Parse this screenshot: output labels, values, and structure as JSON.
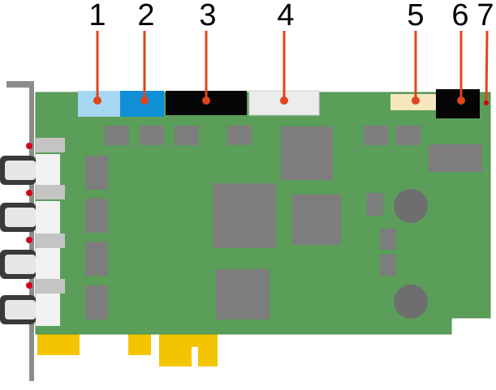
{
  "diagram": {
    "callouts": [
      {
        "label": "1"
      },
      {
        "label": "2"
      },
      {
        "label": "3"
      },
      {
        "label": "4"
      },
      {
        "label": "5"
      },
      {
        "label": "6"
      },
      {
        "label": "7"
      }
    ],
    "colors": {
      "board": "#5a9e5a",
      "board_edge": "#4e8c4e",
      "chip": "#7d7d7d",
      "chip_dark": "#6e6e6e",
      "bracket": "#8c8c8c",
      "gold": "#f5c400",
      "leader": "#e0451c",
      "connector_1": "#a6d7f3",
      "connector_2": "#0e8fd6",
      "connector_3": "#050505",
      "connector_4": "#ececec",
      "connector_5": "#f8e6bf",
      "connector_6": "#050505",
      "jack": "#d8d8d8",
      "jack_ring": "#3a3a3a",
      "red_dot": "#d4001a"
    }
  }
}
